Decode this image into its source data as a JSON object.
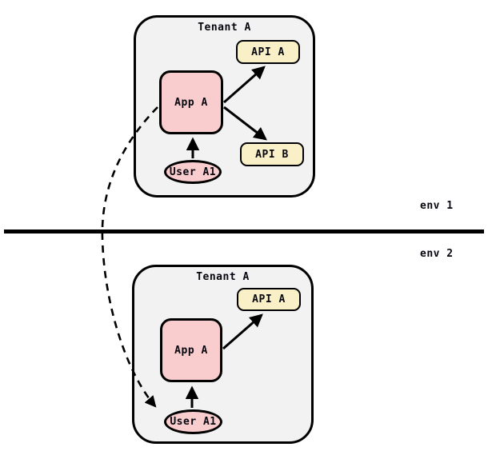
{
  "env1": {
    "label": "env 1",
    "tenant": {
      "label": "Tenant A",
      "app": "App A",
      "api_a": "API A",
      "api_b": "API B",
      "user": "User A1"
    }
  },
  "env2": {
    "label": "env 2",
    "tenant": {
      "label": "Tenant A",
      "app": "App A",
      "api_a": "API A",
      "user": "User A1"
    }
  },
  "edges": [
    {
      "from": "env1/App A",
      "to": "env1/API A",
      "style": "solid"
    },
    {
      "from": "env1/App A",
      "to": "env1/API B",
      "style": "solid"
    },
    {
      "from": "env1/User A1",
      "to": "env1/App A",
      "style": "solid"
    },
    {
      "from": "env2/App A",
      "to": "env2/API A",
      "style": "solid"
    },
    {
      "from": "env2/User A1",
      "to": "env2/App A",
      "style": "solid"
    },
    {
      "from": "env1/App A",
      "to": "env2/User A1",
      "style": "dashed"
    }
  ],
  "colors": {
    "background": "#ffffff",
    "tenant_fill": "#f2f2f2",
    "app_fill": "#f9cdcd",
    "user_fill": "#f9cdcd",
    "api_fill": "#faf0c8",
    "stroke": "#000000",
    "text": "#06060e"
  }
}
